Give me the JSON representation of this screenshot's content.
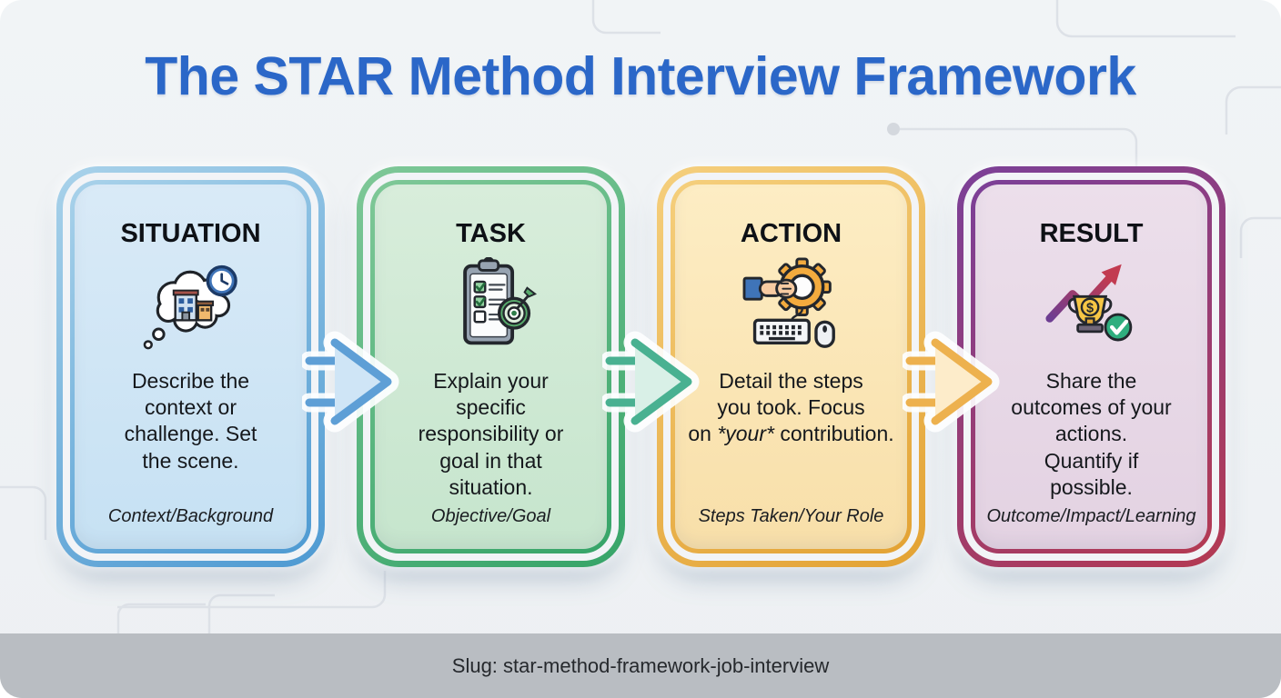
{
  "page": {
    "title": "The STAR Method Interview Framework",
    "title_color": "#2b67c8",
    "background_color": "#eef1f4",
    "pattern": "faint-circuit-traces"
  },
  "cards": [
    {
      "name": "situation-card",
      "title": "SITUATION",
      "icon": "thought-bubble-buildings-clock-icon",
      "body_prefix": "Describe the\ncontext or\nchallenge. Set\nthe scene.",
      "body_emphasis": "",
      "body_suffix": "",
      "label": "Context/Background",
      "colors": {
        "ring_from": "#a9d2ea",
        "ring_to": "#4e9ad2",
        "fill_from": "#d9eaf7",
        "fill_to": "#c6e1f3"
      }
    },
    {
      "name": "task-card",
      "title": "TASK",
      "icon": "clipboard-checklist-target-icon",
      "body_prefix": "Explain your\nspecific\nresponsibility or\ngoal in that\nsituation.",
      "body_emphasis": "",
      "body_suffix": "",
      "label": "Objective/Goal",
      "colors": {
        "ring_from": "#7fc898",
        "ring_to": "#36a468",
        "fill_from": "#d8eddb",
        "fill_to": "#c6e5cd"
      }
    },
    {
      "name": "action-card",
      "title": "ACTION",
      "icon": "hand-gear-keyboard-mouse-icon",
      "body_prefix": "Detail the steps\nyou took. Focus\non ",
      "body_emphasis": "*your*",
      "body_suffix": " contribution.",
      "label": "Steps Taken/Your Role",
      "colors": {
        "ring_from": "#f5cf7d",
        "ring_to": "#e3a233",
        "fill_from": "#fdedc4",
        "fill_to": "#f8dfa9"
      }
    },
    {
      "name": "result-card",
      "title": "RESULT",
      "icon": "growth-arrow-trophy-check-icon",
      "body_prefix": "Share the\noutcomes of your\nactions.\nQuantify if\npossible.",
      "body_emphasis": "",
      "body_suffix": "",
      "label": "Outcome/Impact/Learning",
      "colors": {
        "ring_from": "#7b4098",
        "ring_to": "#b43a52",
        "fill_from": "#ecdfeb",
        "fill_to": "#e3d2e2"
      }
    }
  ],
  "arrows": [
    {
      "name": "situation-to-task-arrow",
      "stroke": "#5e9fd6",
      "fill": "#cfe5f6"
    },
    {
      "name": "task-to-action-arrow",
      "stroke": "#49b191",
      "fill": "#d9f0e7"
    },
    {
      "name": "action-to-result-arrow",
      "stroke": "#edb14e",
      "fill": "#fdecca"
    }
  ],
  "footer": {
    "slug_text": "Slug: star-method-framework-job-interview",
    "background_color": "#b9bdc2",
    "text_color": "#26292d"
  }
}
